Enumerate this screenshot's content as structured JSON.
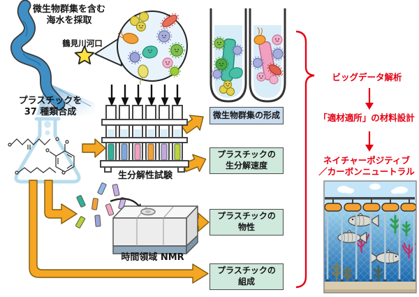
{
  "palette": {
    "accent-red": "#E50012",
    "accent-orange": "#F5A622",
    "box-blue": "#C9DCEF",
    "box-green": "#CFE9DC",
    "river-blue": "#3F8FC5",
    "water-light": "#D9EDF8"
  },
  "sampling": {
    "caption_line1": "微生物群集を含む",
    "caption_line2": "海水を採取",
    "location": "鶴見川河口"
  },
  "synthesis": {
    "caption_line1": "プラスチックを",
    "caption_line2": "37 種類合成"
  },
  "assay": {
    "label": "生分解性試験"
  },
  "nmr": {
    "label": "時間領域 NMR"
  },
  "outputs": {
    "community": {
      "line1": "微生物群集の形成",
      "line2": ""
    },
    "biodegradation": {
      "line1": "プラスチックの",
      "line2": "生分解速度"
    },
    "properties": {
      "line1": "プラスチックの",
      "line2": "物性"
    },
    "composition": {
      "line1": "プラスチックの",
      "line2": "組成"
    }
  },
  "analysis": {
    "step1": "ビッグデータ解析",
    "step2": "「適材適所」の材料設計",
    "step3_line1": "ネイチャーポジティブ",
    "step3_line2": "／カーボンニュートラル"
  }
}
